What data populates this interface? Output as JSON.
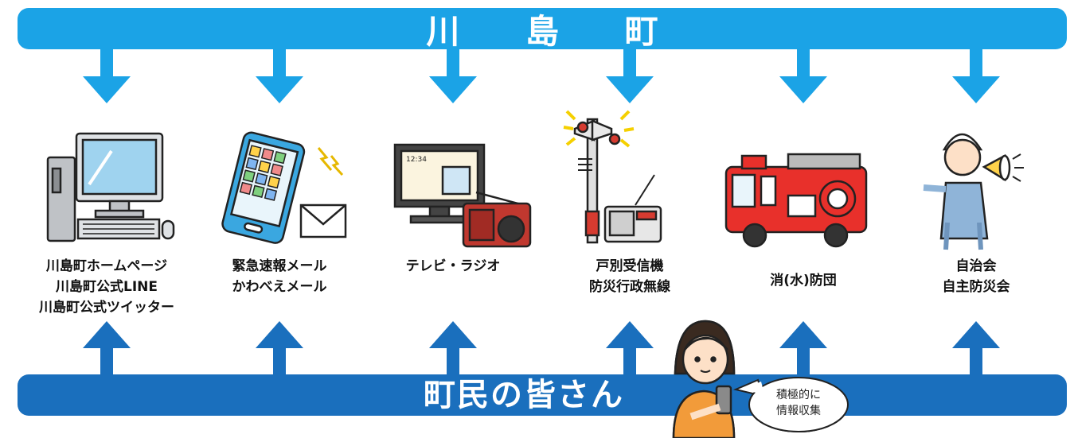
{
  "top_bar": {
    "title": "川 島 町"
  },
  "bottom_bar": {
    "title": "町民の皆さん"
  },
  "channels": [
    {
      "icon": "computer-icon",
      "lines": [
        "川島町ホームページ",
        "川島町公式LINE",
        "川島町公式ツイッター"
      ]
    },
    {
      "icon": "smartphone-mail-icon",
      "lines": [
        "緊急速報メール",
        "かわべえメール"
      ]
    },
    {
      "icon": "tv-radio-icon",
      "lines": [
        "テレビ・ラジオ"
      ]
    },
    {
      "icon": "speaker-pole-icon",
      "lines": [
        "戸別受信機",
        "防災行政無線"
      ]
    },
    {
      "icon": "fire-truck-icon",
      "lines": [
        "消(水)防団"
      ]
    },
    {
      "icon": "megaphone-worker-icon",
      "lines": [
        "自治会",
        "自主防災会"
      ]
    }
  ],
  "speech_bubble": {
    "lines": [
      "積極的に",
      "情報収集"
    ]
  },
  "colors": {
    "top_bar": "#1ba3e6",
    "bottom_bar": "#1a6fbd",
    "down_arrow": "#1ba3e6",
    "up_arrow": "#1a6fbd"
  }
}
